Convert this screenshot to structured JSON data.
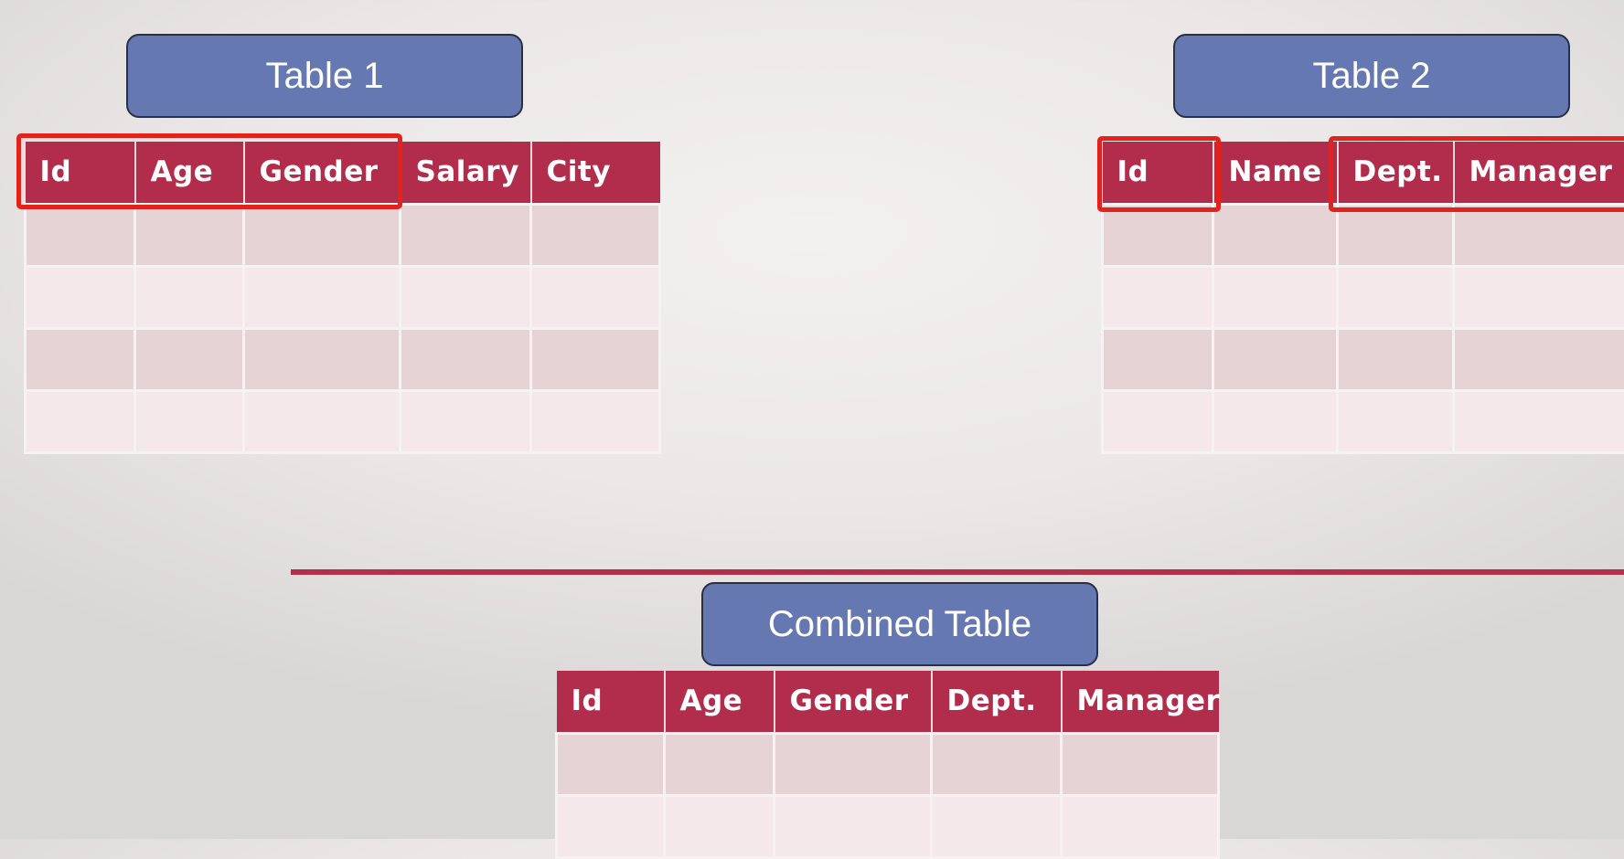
{
  "table1": {
    "title": "Table 1",
    "columns": [
      "Id",
      "Age",
      "Gender",
      "Salary",
      "City"
    ],
    "row_count": 4
  },
  "table2": {
    "title": "Table 2",
    "columns": [
      "Id",
      "Name",
      "Dept.",
      "Manager"
    ],
    "row_count": 4
  },
  "combined": {
    "title": "Combined Table",
    "columns": [
      "Id",
      "Age",
      "Gender",
      "Dept.",
      "Manager"
    ],
    "row_count": 2
  },
  "colors": {
    "title_box": "#6678b1",
    "header": "#b22d4b",
    "row_dark": "#e6d3d6",
    "row_light": "#f4e8ea",
    "highlight": "#e3231b",
    "separator": "#b23048"
  }
}
